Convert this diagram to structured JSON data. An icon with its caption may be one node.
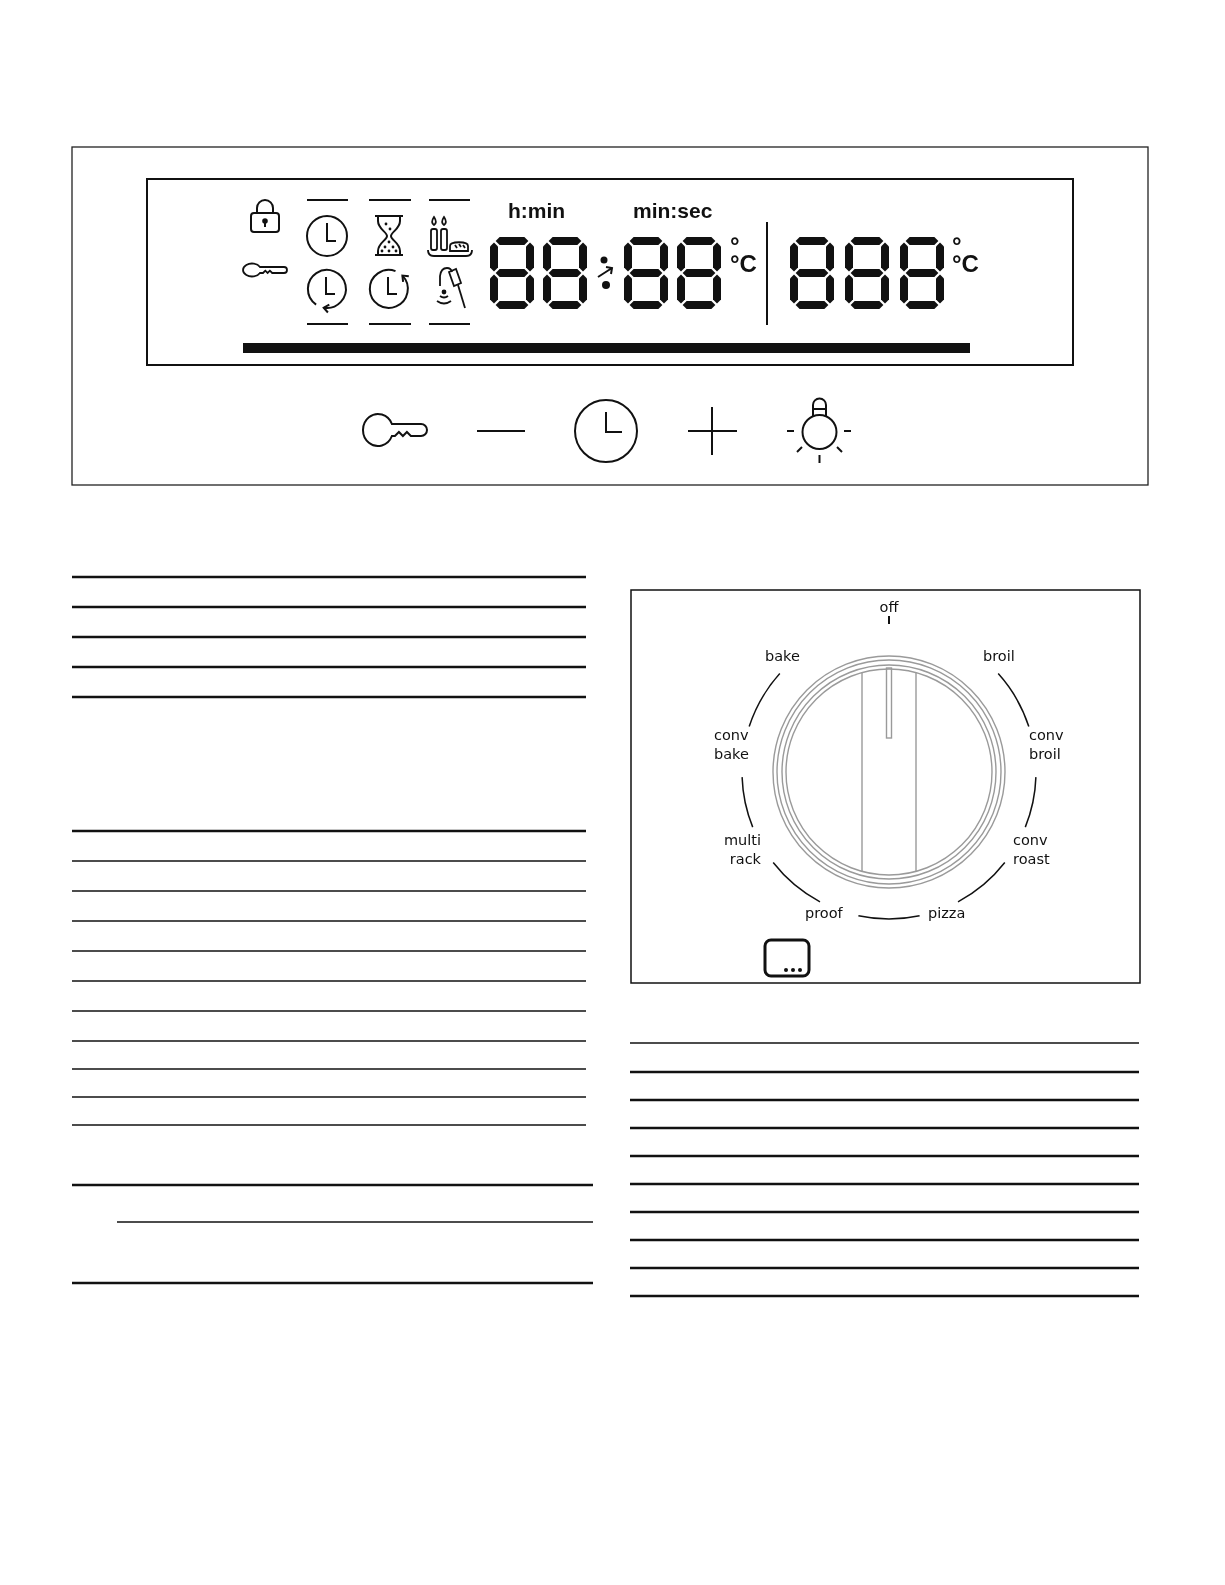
{
  "diagram": {
    "labels": [
      "h:min",
      "min:sec",
      "°",
      "°C",
      "°",
      "°C",
      "off",
      "bake",
      "broil",
      "conv bake",
      "conv broil",
      "multi rack",
      "conv roast",
      "proof",
      "pizza"
    ]
  }
}
